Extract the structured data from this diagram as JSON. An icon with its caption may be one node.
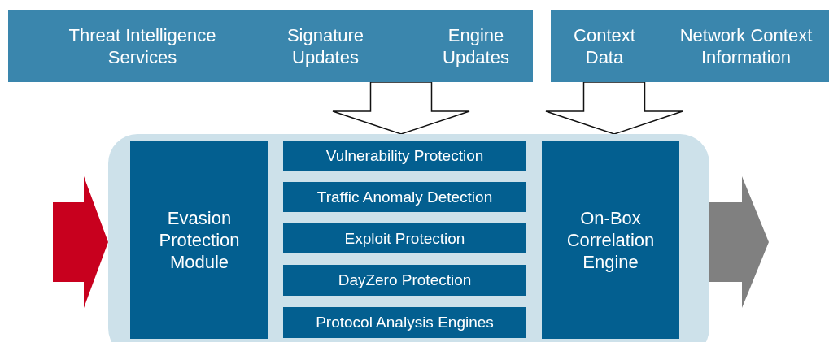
{
  "diagram": {
    "nodes": [
      {
        "text": [
          "Threat Intelligence Services",
          "Signature Updates",
          "Engine Updates"
        ]
      },
      {
        "text": [
          "Context Data",
          "Network Context Information"
        ]
      },
      {
        "text": [],
        "shape": "box"
      },
      {
        "text": [
          "Evasion Protection Module"
        ],
        "in": 2
      },
      {
        "text": [
          "Vulnerability Protection"
        ],
        "in": 2
      },
      {
        "text": [
          "Traffic Anomaly Detection"
        ],
        "in": 2
      },
      {
        "text": [
          "Exploit Protection"
        ],
        "in": 2
      },
      {
        "text": [
          "DayZero Protection"
        ],
        "in": 2
      },
      {
        "text": [
          "Protocol Analysis Engines"
        ],
        "in": 2
      },
      {
        "text": [
          "On-Box Correlation Engine"
        ],
        "in": 2
      }
    ],
    "edges": [
      {
        "from": 0,
        "to": 2,
        "arrow": "to",
        "style": "thick"
      },
      {
        "from": 1,
        "to": 2,
        "arrow": "to",
        "style": "thick"
      },
      {
        "from": null,
        "to": 2,
        "arrow": "to",
        "style": "thick",
        "color": "#c8001e"
      },
      {
        "from": 2,
        "to": null,
        "arrow": "to",
        "style": "thick",
        "color": "#808080"
      }
    ]
  }
}
